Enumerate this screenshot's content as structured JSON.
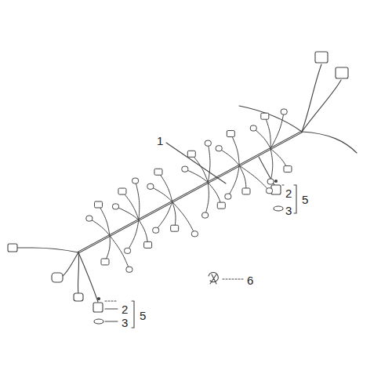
{
  "diagram": {
    "labels": [
      "1",
      "2",
      "5",
      "3",
      "6",
      "2",
      "5",
      "3"
    ]
  }
}
